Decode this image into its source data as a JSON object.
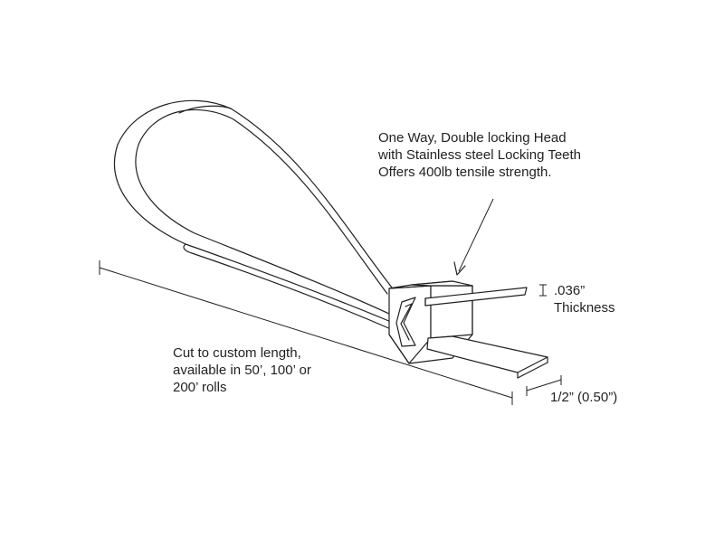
{
  "annotations": {
    "head": [
      "One Way, Double locking Head",
      "with Stainless steel Locking Teeth",
      "Offers 400lb tensile strength."
    ],
    "thickness_value": ".036”",
    "thickness_label": "Thickness",
    "width": "1/2” (0.50”)",
    "length": [
      "Cut to custom length,",
      "available in 50’, 100’ or",
      "200’ rolls"
    ]
  },
  "colors": {
    "ink": "#231f20",
    "background": "#ffffff"
  }
}
